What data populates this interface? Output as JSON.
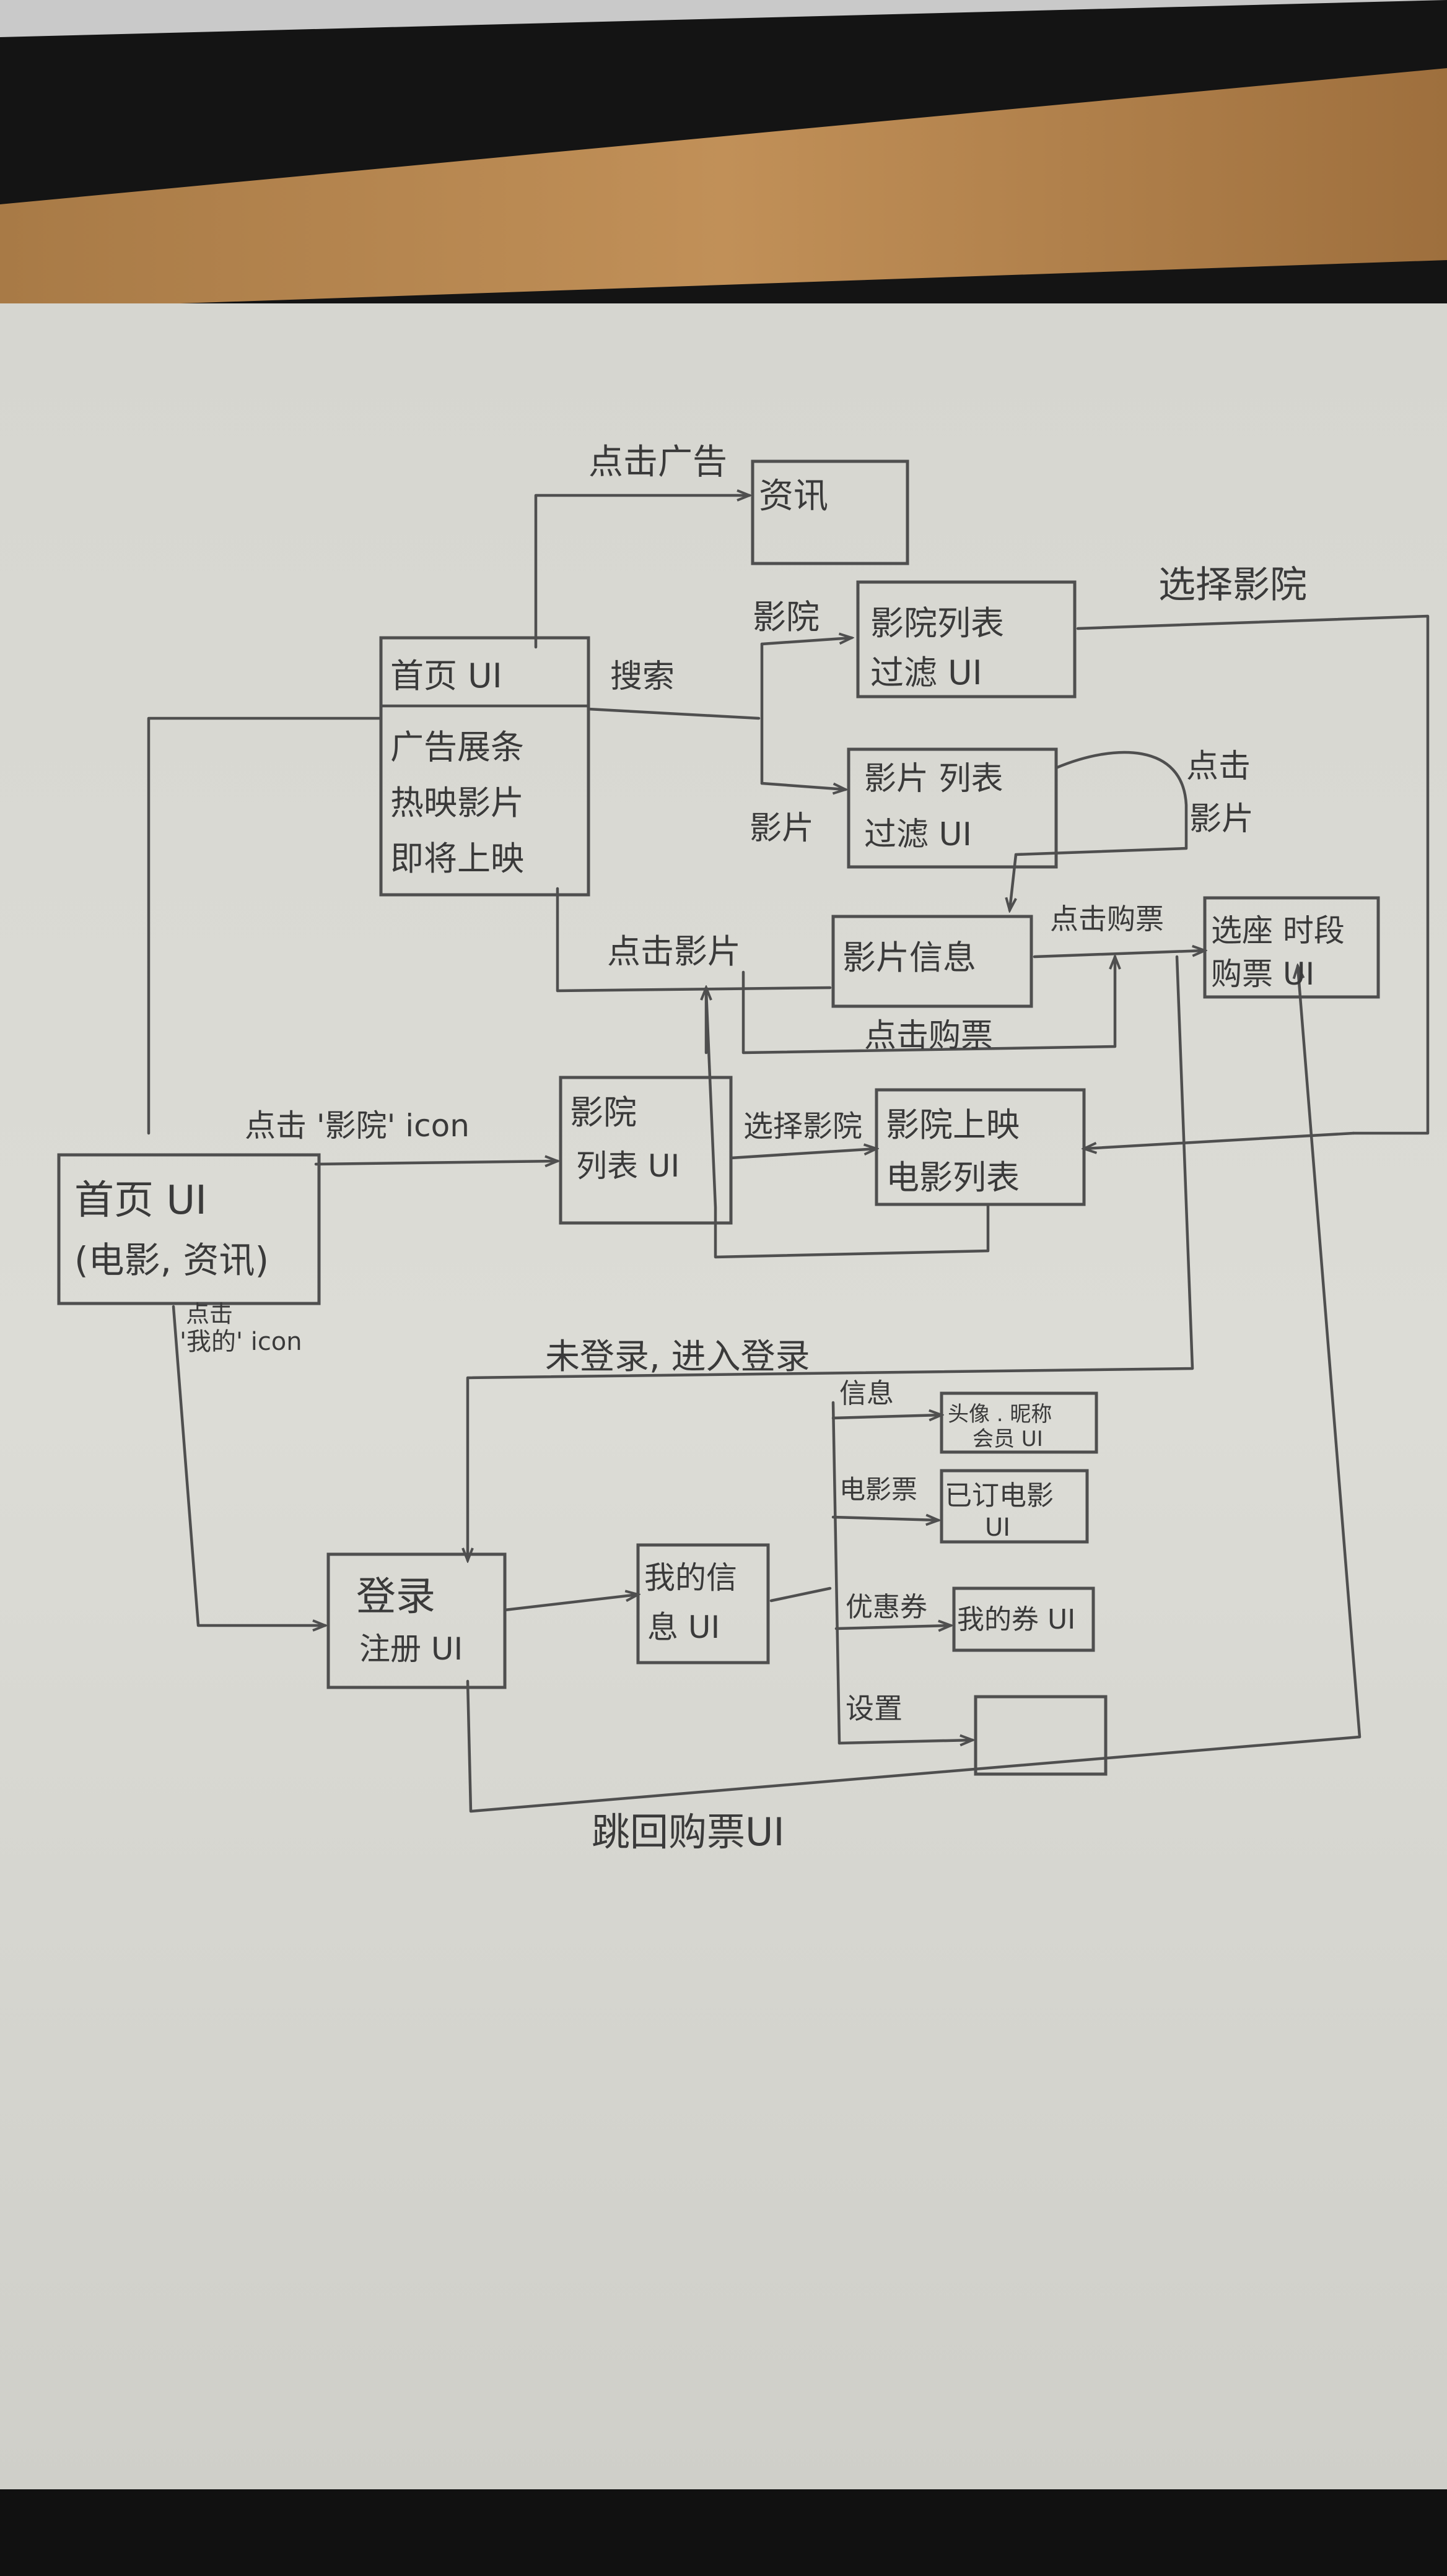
{
  "nodes": {
    "news": [
      "资讯"
    ],
    "home_top": [
      "首页 UI",
      "广告展条",
      "热映影片",
      "即将上映"
    ],
    "cinema_filter": [
      "影院列表",
      "过滤 UI"
    ],
    "film_filter": [
      "影片 列表",
      "过滤 UI"
    ],
    "film_info": [
      "影片信息"
    ],
    "seat": [
      "选座 时段",
      "购票 UI"
    ],
    "cinema_list": [
      "影院",
      "列表 UI"
    ],
    "cinema_films": [
      "影院上映",
      "电影列表"
    ],
    "home_main": [
      "首页 UI",
      "(电影, 资讯)"
    ],
    "login": [
      "登录",
      "注册 UI"
    ],
    "myinfo": [
      "我的信",
      "息 UI"
    ],
    "sub_info": [
      "头像 . 昵称",
      "会员 UI"
    ],
    "sub_orders": [
      "已订电影",
      "UI"
    ],
    "sub_coupons": [
      "我的券 UI"
    ],
    "sub_settings": []
  },
  "labels": {
    "click_ad": "点击广告",
    "search": "搜索",
    "cinema": "影院",
    "film": "影片",
    "select_cinema_top": "选择影院",
    "click_film_right": [
      "点击",
      "影片"
    ],
    "click_film": "点击影片",
    "click_buy": "点击购票",
    "click_buy_2": "点击购票",
    "click_cinema_icon": "点击 '影院' icon",
    "select_cinema": "选择影院",
    "click_my_icon": [
      "点击",
      "'我的' icon"
    ],
    "not_logged_in": "未登录, 进入登录",
    "info": "信息",
    "movie_ticket": "电影票",
    "coupon": "优惠券",
    "settings": "设置",
    "back_to_ticket": "跳回购票UI"
  },
  "colors": {
    "paper": "#dcdcd6",
    "ink": "#4f4f4f",
    "table": "#b98a52",
    "dark": "#141414"
  }
}
